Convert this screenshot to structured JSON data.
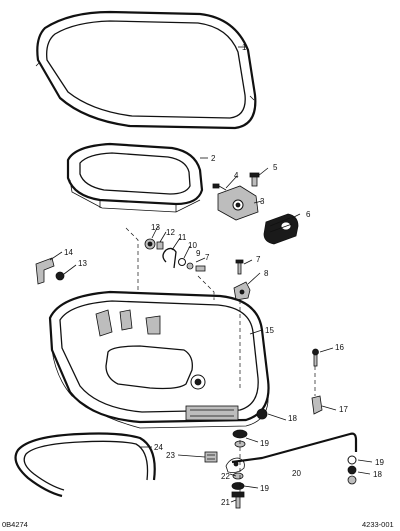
{
  "callouts": {
    "c1": "1",
    "c2": "2",
    "c3": "3",
    "c4": "4",
    "c5": "5",
    "c6": "6",
    "c7a": "7",
    "c7b": "7",
    "c8": "8",
    "c9": "9",
    "c10": "10",
    "c11": "11",
    "c12": "12",
    "c13a": "13",
    "c13b": "13",
    "c14": "14",
    "c15": "15",
    "c16": "16",
    "c17": "17",
    "c18a": "18",
    "c18b": "18",
    "c19a": "19",
    "c19b": "19",
    "c19c": "19",
    "c20": "20",
    "c21": "21",
    "c22": "22",
    "c23": "23",
    "c24": "24"
  },
  "footer": {
    "left_code": "0B4274",
    "right_code": "4233-001"
  }
}
